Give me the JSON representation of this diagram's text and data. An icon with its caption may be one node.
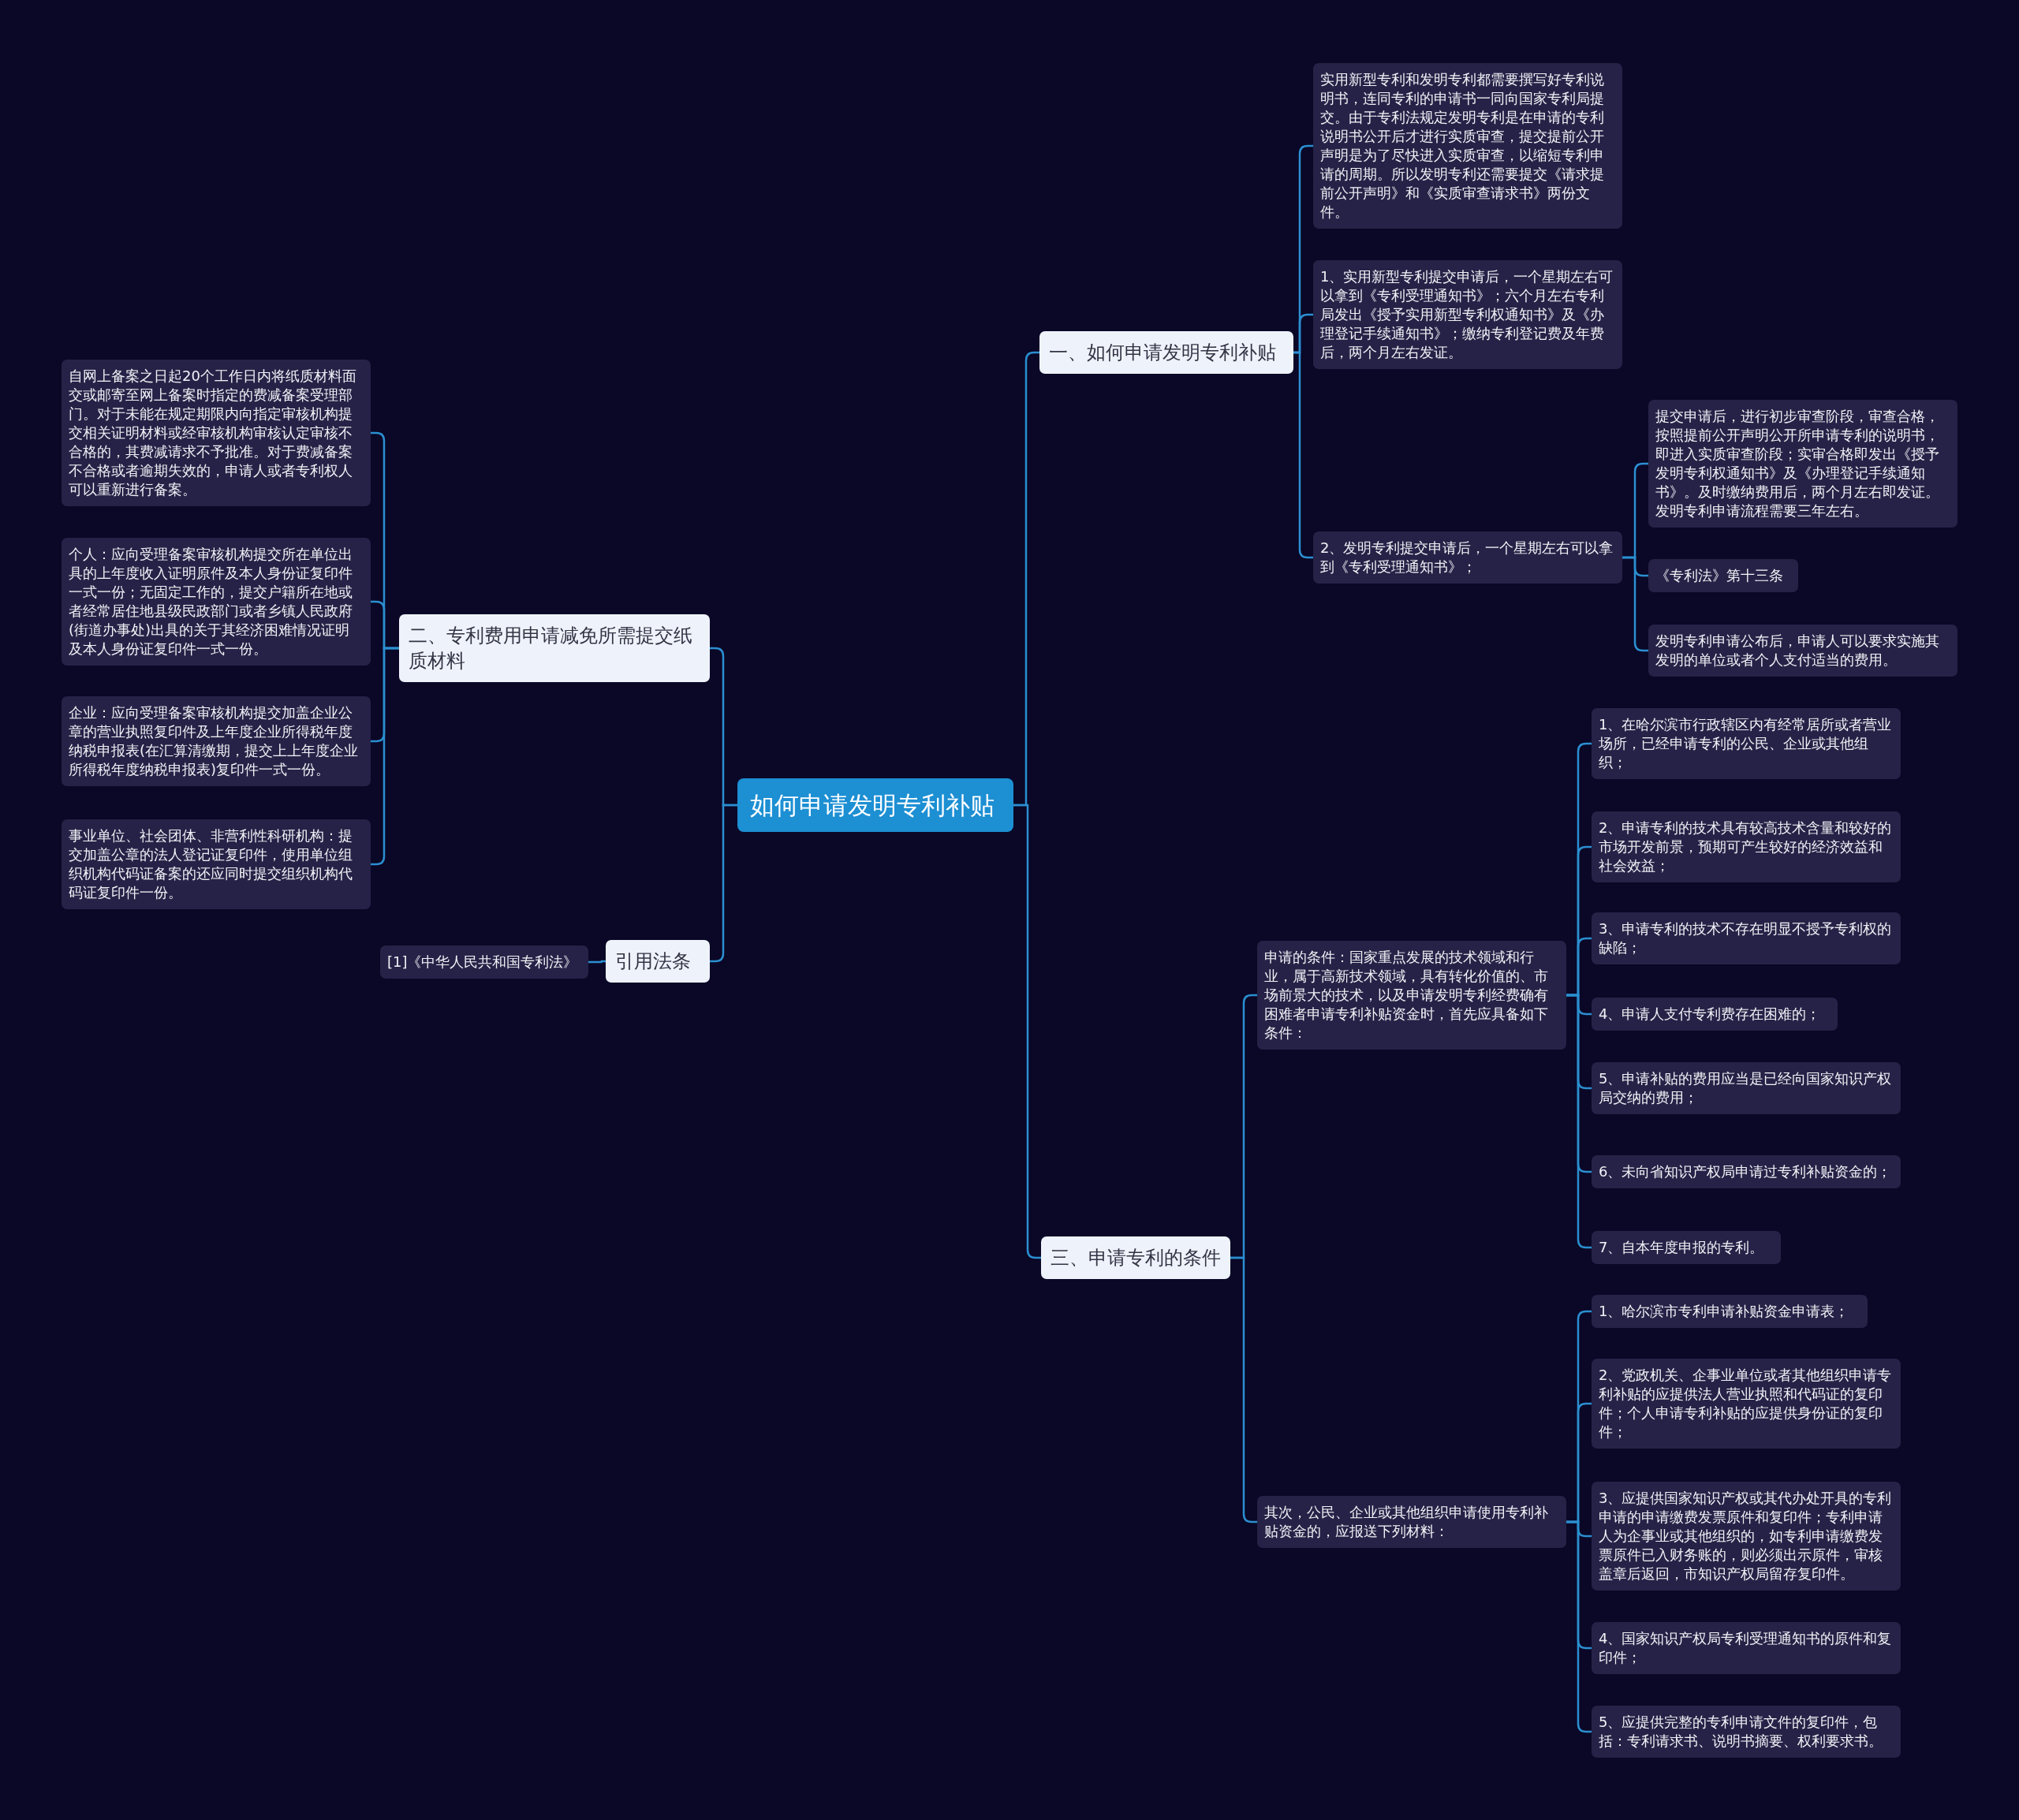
{
  "diagram": {
    "nodes": [
      {
        "text": [
          "如何申请发明专利补贴"
        ]
      },
      {
        "text": [
          "一、如何申请发明专利补贴"
        ]
      },
      {
        "text": [
          "实用新型专利和发明专利都需要撰写好专利说明书，连同专利的申请书一同向国家专利局提交。由于专利法规定发明专利是在申请的专利说明书公开后才进行实质审查，提交提前公开声明是为了尽快进入实质审查，以缩短专利申请的周期。所以发明专利还需要提交《请求提前公开声明》和《实质审查请求书》两份文件。"
        ]
      },
      {
        "text": [
          "1、实用新型专利提交申请后，一个星期左右可以拿到《专利受理通知书》；六个月左右专利局发出《授予实用新型专利权通知书》及《办理登记手续通知书》；缴纳专利登记费及年费后，两个月左右发证。"
        ]
      },
      {
        "text": [
          "2、发明专利提交申请后，一个星期左右可以拿到《专利受理通知书》；"
        ]
      },
      {
        "text": [
          "提交申请后，进行初步审查阶段，审查合格，按照提前公开声明公开所申请专利的说明书，即进入实质审查阶段；实审合格即发出《授予发明专利权通知书》及《办理登记手续通知书》。及时缴纳费用后，两个月左右即发证。发明专利申请流程需要三年左右。"
        ]
      },
      {
        "text": [
          "《专利法》第十三条"
        ]
      },
      {
        "text": [
          "发明专利申请公布后，申请人可以要求实施其发明的单位或者个人支付适当的费用。"
        ]
      },
      {
        "text": [
          "三、申请专利的条件"
        ]
      },
      {
        "text": [
          "申请的条件：国家重点发展的技术领域和行业，属于高新技术领域，具有转化价值的、市场前景大的技术，以及申请发明专利经费确有困难者申请专利补贴资金时，首先应具备如下条件："
        ]
      },
      {
        "text": [
          "1、在哈尔滨市行政辖区内有经常居所或者营业场所，已经申请专利的公民、企业或其他组织；"
        ]
      },
      {
        "text": [
          "2、申请专利的技术具有较高技术含量和较好的市场开发前景，预期可产生较好的经济效益和社会效益；"
        ]
      },
      {
        "text": [
          "3、申请专利的技术不存在明显不授予专利权的缺陷；"
        ]
      },
      {
        "text": [
          "4、申请人支付专利费存在困难的；"
        ]
      },
      {
        "text": [
          "5、申请补贴的费用应当是已经向国家知识产权局交纳的费用；"
        ]
      },
      {
        "text": [
          "6、未向省知识产权局申请过专利补贴资金的；"
        ]
      },
      {
        "text": [
          "7、自本年度申报的专利。"
        ]
      },
      {
        "text": [
          "其次，公民、企业或其他组织申请使用专利补贴资金的，应报送下列材料："
        ]
      },
      {
        "text": [
          "1、哈尔滨市专利申请补贴资金申请表；"
        ]
      },
      {
        "text": [
          "2、党政机关、企事业单位或者其他组织申请专利补贴的应提供法人营业执照和代码证的复印件；个人申请专利补贴的应提供身份证的复印件；"
        ]
      },
      {
        "text": [
          "3、应提供国家知识产权或其代办处开具的专利申请的申请缴费发票原件和复印件；专利申请人为企事业或其他组织的，如专利申请缴费发票原件已入财务账的，则必须出示原件，审核盖章后返回，市知识产权局留存复印件。"
        ]
      },
      {
        "text": [
          "4、国家知识产权局专利受理通知书的原件和复印件；"
        ]
      },
      {
        "text": [
          "5、应提供完整的专利申请文件的复印件，包括：专利请求书、说明书摘要、权利要求书。"
        ]
      },
      {
        "text": [
          "二、专利费用申请减免所需提交纸质材料"
        ]
      },
      {
        "text": [
          "自网上备案之日起20个工作日内将纸质材料面交或邮寄至网上备案时指定的费减备案受理部门。对于未能在规定期限内向指定审核机构提交相关证明材料或经审核机构审核认定审核不合格的，其费减请求不予批准。对于费减备案不合格或者逾期失效的，申请人或者专利权人可以重新进行备案。"
        ]
      },
      {
        "text": [
          "个人：应向受理备案审核机构提交所在单位出具的上年度收入证明原件及本人身份证复印件一式一份；无固定工作的，提交户籍所在地或者经常居住地县级民政部门或者乡镇人民政府(街道办事处)出具的关于其经济困难情况证明及本人身份证复印件一式一份。"
        ]
      },
      {
        "text": [
          "企业：应向受理备案审核机构提交加盖企业公章的营业执照复印件及上年度企业所得税年度纳税申报表(在汇算清缴期，提交上上年度企业所得税年度纳税申报表)复印件一式一份。"
        ]
      },
      {
        "text": [
          "事业单位、社会团体、非营利性科研机构：提交加盖公章的法人登记证复印件，使用单位组织机构代码证备案的还应同时提交组织机构代码证复印件一份。"
        ]
      },
      {
        "text": [
          "引用法条"
        ]
      },
      {
        "text": [
          "[1]《中华人民共和国专利法》"
        ]
      }
    ],
    "edges": [
      {
        "from": 0,
        "to": 1,
        "arrow": "none"
      },
      {
        "from": 1,
        "to": 2,
        "arrow": "none"
      },
      {
        "from": 1,
        "to": 3,
        "arrow": "none"
      },
      {
        "from": 1,
        "to": 4,
        "arrow": "none"
      },
      {
        "from": 4,
        "to": 5,
        "arrow": "none"
      },
      {
        "from": 4,
        "to": 6,
        "arrow": "none"
      },
      {
        "from": 4,
        "to": 7,
        "arrow": "none"
      },
      {
        "from": 0,
        "to": 8,
        "arrow": "none"
      },
      {
        "from": 8,
        "to": 9,
        "arrow": "none"
      },
      {
        "from": 9,
        "to": 10,
        "arrow": "none"
      },
      {
        "from": 9,
        "to": 11,
        "arrow": "none"
      },
      {
        "from": 9,
        "to": 12,
        "arrow": "none"
      },
      {
        "from": 9,
        "to": 13,
        "arrow": "none"
      },
      {
        "from": 9,
        "to": 14,
        "arrow": "none"
      },
      {
        "from": 9,
        "to": 15,
        "arrow": "none"
      },
      {
        "from": 9,
        "to": 16,
        "arrow": "none"
      },
      {
        "from": 8,
        "to": 17,
        "arrow": "none"
      },
      {
        "from": 17,
        "to": 18,
        "arrow": "none"
      },
      {
        "from": 17,
        "to": 19,
        "arrow": "none"
      },
      {
        "from": 17,
        "to": 20,
        "arrow": "none"
      },
      {
        "from": 17,
        "to": 21,
        "arrow": "none"
      },
      {
        "from": 17,
        "to": 22,
        "arrow": "none"
      },
      {
        "from": 0,
        "to": 23,
        "arrow": "none"
      },
      {
        "from": 23,
        "to": 24,
        "arrow": "none"
      },
      {
        "from": 23,
        "to": 25,
        "arrow": "none"
      },
      {
        "from": 23,
        "to": 26,
        "arrow": "none"
      },
      {
        "from": 23,
        "to": 27,
        "arrow": "none"
      },
      {
        "from": 0,
        "to": 28,
        "arrow": "none"
      },
      {
        "from": 28,
        "to": 29,
        "arrow": "none"
      }
    ]
  }
}
